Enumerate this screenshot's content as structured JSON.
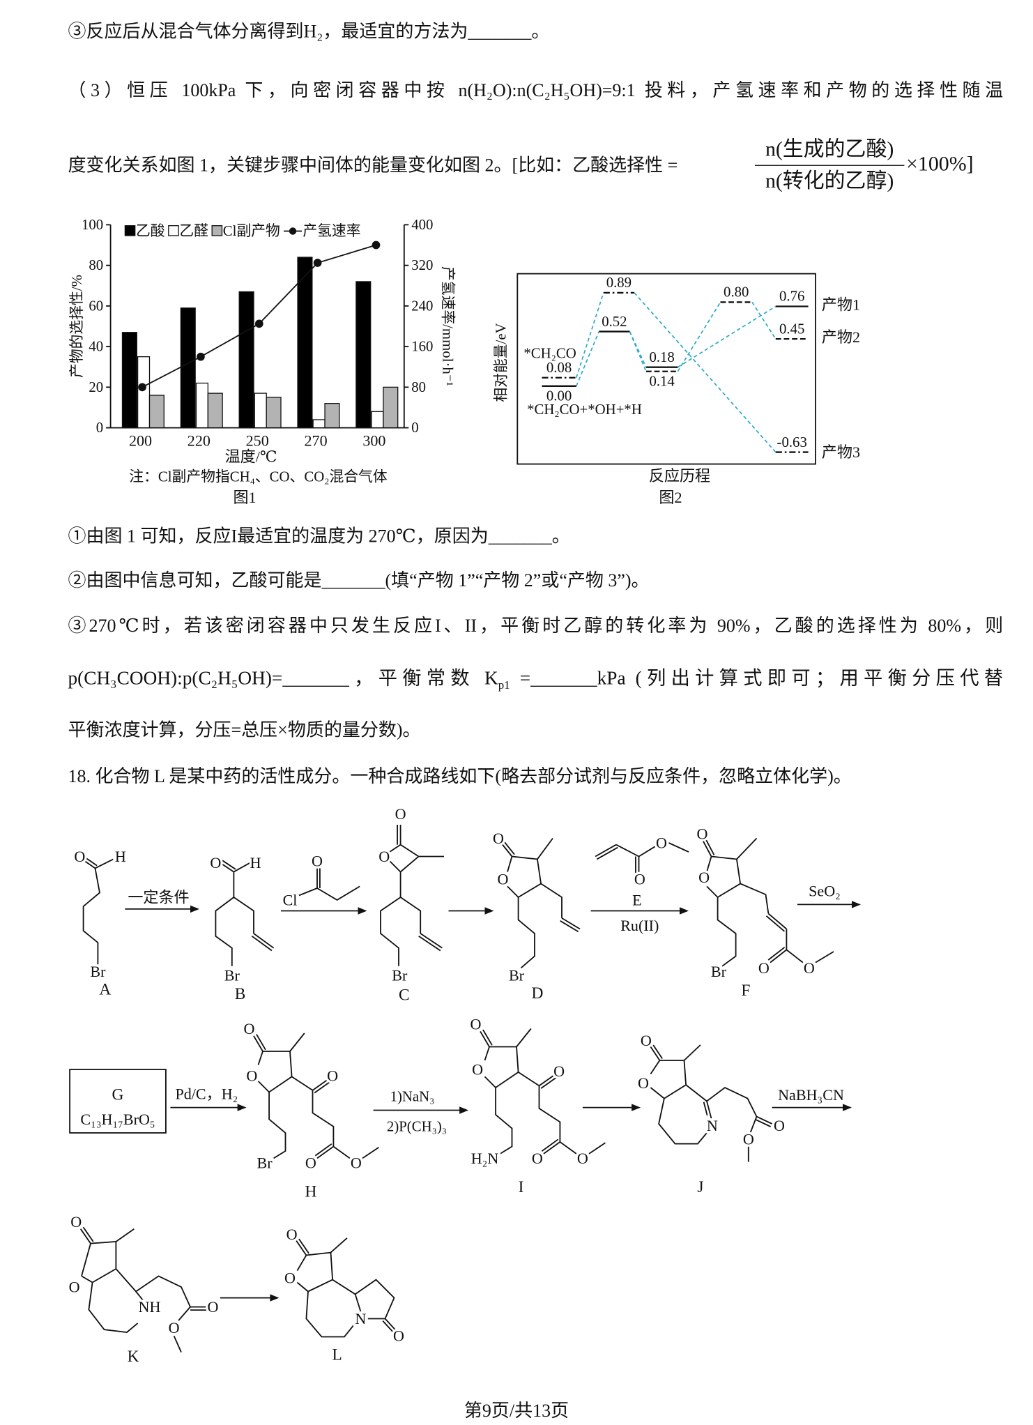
{
  "text": {
    "line1": "③反应后从混合气体分离得到H₂，最适宜的方法为_______。",
    "line2": "（3）恒压 100kPa 下，向密闭容器中按 n(H₂O):n(C₂H₅OH)=9:1 投料，产氢速率和产物的选择性随温",
    "line3": "度变化关系如图 1，关键步骤中间体的能量变化如图 2。[比如：乙酸选择性 =",
    "frac_num": "n(生成的乙酸)",
    "frac_den": "n(转化的乙醇)",
    "frac_suffix": "×100%]",
    "sub1": "①由图 1 可知，反应I最适宜的温度为 270℃，原因为_______。",
    "sub2": "②由图中信息可知，乙酸可能是_______(填“产物 1”“产物 2”或“产物 3”)。",
    "sub3": "③270℃时，若该密闭容器中只发生反应I、II，平衡时乙醇的转化率为 90%，乙酸的选择性为 80%，则",
    "sub3b_a": "p(CH₃COOH):p(C₂H₅OH)=_______，平衡常数 K",
    "sub3b_sub": "p1",
    "sub3b_b": " =_______kPa (列出计算式即可；用平衡分压代替",
    "sub3c": "平衡浓度计算，分压=总压×物质的量分数)。",
    "q18": "18. 化合物 L 是某中药的活性成分。一种合成路线如下(略去部分试剂与反应条件，忽略立体化学)。",
    "footer": "第9页/共13页"
  },
  "chart_data": [
    {
      "type": "bar",
      "title": "图1",
      "note": "注：Cl副产物指CH₄、CO、CO₂混合气体",
      "xlabel": "温度/℃",
      "ylabel": "产物的选择性/%",
      "ylabel_right": "产氢速率/mmol·h⁻¹",
      "categories": [
        "200",
        "220",
        "250",
        "270",
        "300"
      ],
      "ylim": [
        0,
        100
      ],
      "yticks": [
        "0",
        "20",
        "40",
        "60",
        "80",
        "100"
      ],
      "ylim_right": [
        0,
        400
      ],
      "yticks_right": [
        "0",
        "80",
        "160",
        "240",
        "320",
        "400"
      ],
      "legend_position": "top",
      "series": [
        {
          "name": "乙酸",
          "kind": "bar",
          "color": "#000000",
          "values": [
            47,
            59,
            67,
            84,
            72
          ]
        },
        {
          "name": "乙醛",
          "kind": "bar",
          "color": "#ffffff",
          "values": [
            35,
            22,
            17,
            4,
            8
          ]
        },
        {
          "name": "Cl副产物",
          "kind": "bar",
          "color": "#b3b3b3",
          "values": [
            16,
            17,
            15,
            12,
            20
          ]
        },
        {
          "name": "产氢速率",
          "kind": "line",
          "axis": "right",
          "color": "#000000",
          "values": [
            80,
            140,
            205,
            325,
            360
          ]
        }
      ]
    },
    {
      "type": "energy-diagram",
      "title": "图2",
      "xlabel": "反应历程",
      "ylabel": "相对能量/eV",
      "line_color": "#29a9c9",
      "species_labels": [
        "*CH₂CO",
        "*CH₂CO+*OH+*H"
      ],
      "products": [
        "产物1",
        "产物2",
        "产物3"
      ],
      "levels": [
        {
          "id": "a0",
          "value": 0.0,
          "label": "0.00",
          "step": 0,
          "style": "solid"
        },
        {
          "id": "a8",
          "value": 0.08,
          "label": "0.08",
          "step": 0,
          "style": "dashdot"
        },
        {
          "id": "t89",
          "value": 0.89,
          "label": "0.89",
          "step": 1,
          "style": "dashdot"
        },
        {
          "id": "t52",
          "value": 0.52,
          "label": "0.52",
          "step": 1,
          "style": "solid"
        },
        {
          "id": "i18",
          "value": 0.18,
          "label": "0.18",
          "step": 2,
          "style": "solid"
        },
        {
          "id": "i14",
          "value": 0.14,
          "label": "0.14",
          "step": 2,
          "style": "dashed"
        },
        {
          "id": "t80",
          "value": 0.8,
          "label": "0.80",
          "step": 3,
          "style": "dashed"
        },
        {
          "id": "p1",
          "value": 0.76,
          "label": "0.76",
          "step": 4,
          "style": "solid"
        },
        {
          "id": "p2",
          "value": 0.45,
          "label": "0.45",
          "step": 4,
          "style": "dashed"
        },
        {
          "id": "p3",
          "value": -0.63,
          "label": "-0.63",
          "step": 4,
          "style": "dashdot"
        }
      ]
    }
  ],
  "scheme": {
    "compounds": [
      {
        "label": "A",
        "atoms": [
          "O",
          "H",
          "Br"
        ]
      },
      {
        "label": "B",
        "atoms": [
          "O",
          "H",
          "Br"
        ]
      },
      {
        "label": "C",
        "atoms": [
          "O",
          "O",
          "Br"
        ]
      },
      {
        "label": "D",
        "atoms": [
          "O",
          "O",
          "Br"
        ]
      },
      {
        "label": "F",
        "atoms": [
          "O",
          "O",
          "Br",
          "O",
          "O"
        ]
      },
      {
        "label": "H",
        "atoms": [
          "O",
          "O",
          "O",
          "Br",
          "O",
          "O"
        ]
      },
      {
        "label": "I",
        "atoms": [
          "O",
          "O",
          "O",
          "H₂N",
          "O",
          "O"
        ]
      },
      {
        "label": "J",
        "atoms": [
          "O",
          "O",
          "N",
          "O",
          "O"
        ]
      },
      {
        "label": "K",
        "atoms": [
          "O",
          "O",
          "NH",
          "O",
          "O"
        ]
      },
      {
        "label": "L",
        "atoms": [
          "O",
          "O",
          "N",
          "O"
        ]
      }
    ],
    "reagents": {
      "acyl_chloride_atoms": [
        "O",
        "Cl"
      ],
      "acrylate_atoms": [
        "O",
        "O"
      ],
      "acrylate_label": "E"
    },
    "g_box": {
      "name": "G",
      "formula": "C₁₃H₁₇BrO₅"
    },
    "arrows": [
      "一定条件",
      "",
      "",
      "Ru(II)",
      "SeO₂",
      "Pd/C，H₂",
      "1)NaN₃",
      "2)P(CH₃)₃",
      "",
      "NaBH₃CN",
      ""
    ]
  }
}
